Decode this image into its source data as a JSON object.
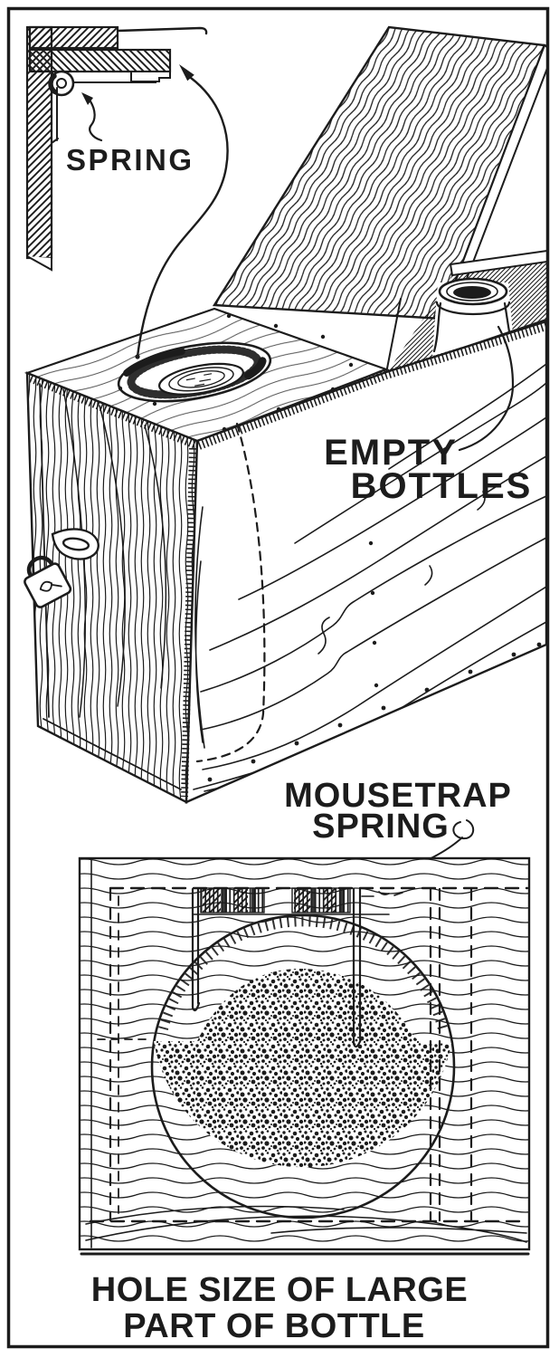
{
  "figure": {
    "type": "technical-illustration",
    "subject": "Locked wooden bottle box with spring-hinged lid, bottle drop hole, and mousetrap-spring bottle holder cross-section",
    "ink_color": "#1c1c1c",
    "paper_color": "#ffffff",
    "labels": {
      "spring": "SPRING",
      "empty_bottles": [
        "EMPTY",
        "BOTTLES"
      ],
      "mousetrap_spring": [
        "MOUSETRAP",
        "SPRING"
      ],
      "caption": [
        "HOLE SIZE OF LARGE",
        "PART OF BOTTLE"
      ]
    }
  }
}
